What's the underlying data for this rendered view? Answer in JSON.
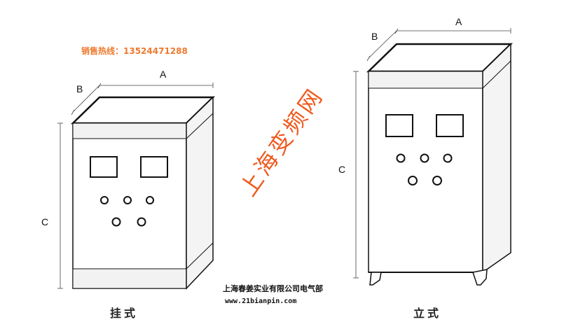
{
  "hotline": "销售热线：13524471288",
  "watermark": "上海变频网",
  "company": "上海春姜实业有限公司电气部",
  "website": "www.21bianpin.com",
  "wall_cabinet": {
    "caption": "挂式",
    "dimension_labels": {
      "width": "A",
      "depth": "B",
      "height": "C"
    }
  },
  "floor_cabinet": {
    "caption": "立式",
    "dimension_labels": {
      "width": "A",
      "depth": "B",
      "height": "C"
    }
  },
  "colors": {
    "accent": "#ee5a1d",
    "hotline": "#ee7a2e",
    "line": "#111111",
    "panel": "#eeeeee"
  }
}
